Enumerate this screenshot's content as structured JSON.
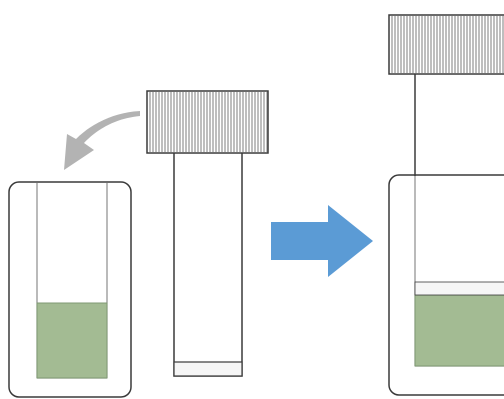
{
  "diagram": {
    "description_free": true,
    "colors": {
      "outline": "#3a3a3a",
      "liquid": "#a3bb93",
      "liquid_edge": "#7f9873",
      "seal": "#f6f6f6",
      "arrow_blue": "#5b9bd5",
      "arrow_gray": "#b3b3b3",
      "background": "#ffffff"
    },
    "icons": {
      "curved_arrow": "curved-arrow-icon",
      "transition_arrow": "right-arrow-icon"
    },
    "steps": [
      {
        "id": "before",
        "parts": [
          "tube-holder",
          "liquid",
          "cap",
          "inner-tube",
          "seal"
        ]
      },
      {
        "id": "after",
        "parts": [
          "assembled-holder",
          "inner-tube",
          "cap",
          "liquid",
          "seal"
        ]
      }
    ]
  }
}
